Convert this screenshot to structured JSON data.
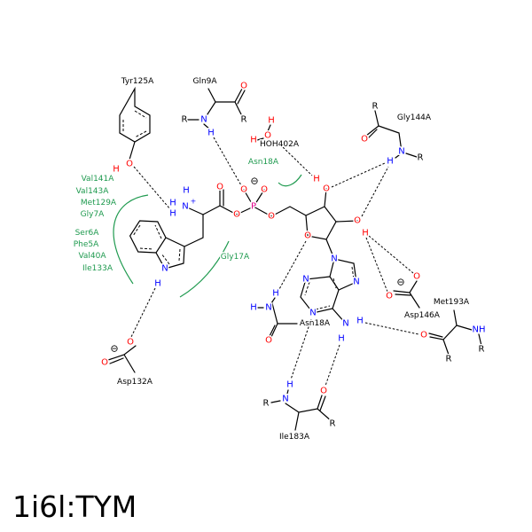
{
  "title": "1i6l:TYM",
  "residues": {
    "tyr125": "Tyr125A",
    "gln9": "Gln9A",
    "hoh402": "HOH402A",
    "gly144": "Gly144A",
    "asp146": "Asp146A",
    "met193": "Met193A",
    "asn18_polar": "Asn18A",
    "ile183": "Ile183A",
    "asp132": "Asp132A"
  },
  "hydrophobic": {
    "left_group": [
      "Val141A",
      "Val143A",
      "Met129A",
      "Gly7A",
      "Ser6A",
      "Phe5A",
      "Val40A",
      "Ile133A"
    ],
    "gly17": "Gly17A",
    "asn18": "Asn18A"
  },
  "atoms": [
    "O",
    "H",
    "R",
    "N",
    "H",
    "O",
    "R",
    "N",
    "H",
    "H",
    "H",
    "O",
    "O",
    "P",
    "O",
    "O",
    "O",
    "N",
    "H",
    "O",
    "O",
    "O",
    "H",
    "H",
    "H",
    "O",
    "O",
    "H",
    "O",
    "N",
    "N",
    "N",
    "N",
    "N",
    "H",
    "H",
    "R",
    "O",
    "N",
    "R",
    "H",
    "O",
    "O",
    "H",
    "N",
    "H",
    "O",
    "O",
    "R",
    "NH",
    "R",
    "H",
    "N",
    "R",
    "O",
    "R",
    "N",
    "N"
  ],
  "charges": {
    "plus": "+",
    "minus": "⊖"
  },
  "colors": {
    "oxygen": "#ff0000",
    "nitrogen": "#0000ff",
    "phosphorus": "#e0008a",
    "hydrophobic": "#1f9a4f"
  }
}
